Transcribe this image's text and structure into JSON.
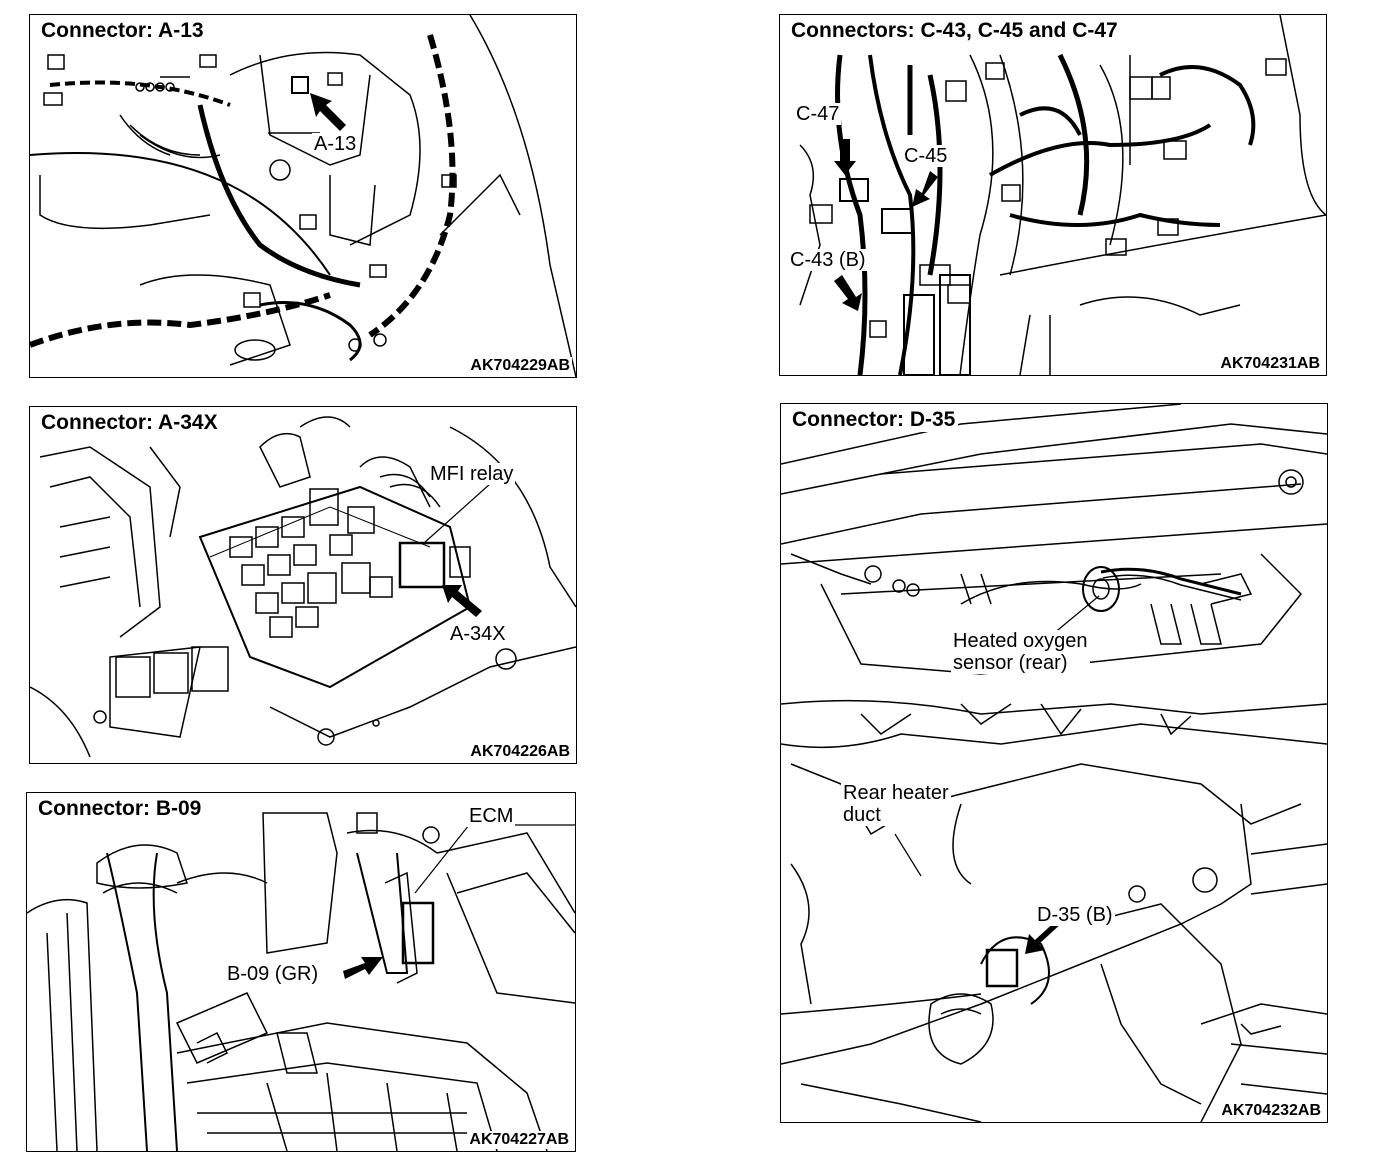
{
  "panels": {
    "a13": {
      "title": "Connector: A-13",
      "code": "AK704229AB",
      "labels": {
        "a13": "A-13"
      }
    },
    "c43": {
      "title": "Connectors: C-43, C-45 and C-47",
      "code": "AK704231AB",
      "labels": {
        "c47": "C-47",
        "c45": "C-45",
        "c43b": "C-43 (B)"
      }
    },
    "a34x": {
      "title": "Connector: A-34X",
      "code": "AK704226AB",
      "labels": {
        "mfi_relay": "MFI relay",
        "a34x": "A-34X"
      }
    },
    "b09": {
      "title": "Connector: B-09",
      "code": "AK704227AB",
      "labels": {
        "ecm": "ECM",
        "b09gr": "B-09 (GR)"
      }
    },
    "d35": {
      "title": "Connector: D-35",
      "code": "AK704232AB",
      "labels": {
        "hos_line1": "Heated oxygen",
        "hos_line2": "sensor (rear)",
        "duct_line1": "Rear heater",
        "duct_line2": "duct",
        "d35b": "D-35 (B)"
      }
    }
  },
  "colors": {
    "ink": "#000000",
    "paper": "#ffffff"
  }
}
